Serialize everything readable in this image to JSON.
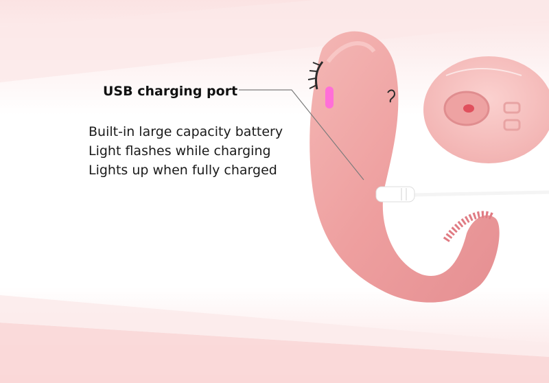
{
  "callout": {
    "title": "USB charging port"
  },
  "features": [
    "Built-in large capacity battery",
    "Light flashes while charging",
    "Lights up when fully charged"
  ],
  "colors": {
    "product_pink": "#eea6a6",
    "background_pink": "#f9dcdc",
    "charging_light": "#ff6fd8"
  }
}
